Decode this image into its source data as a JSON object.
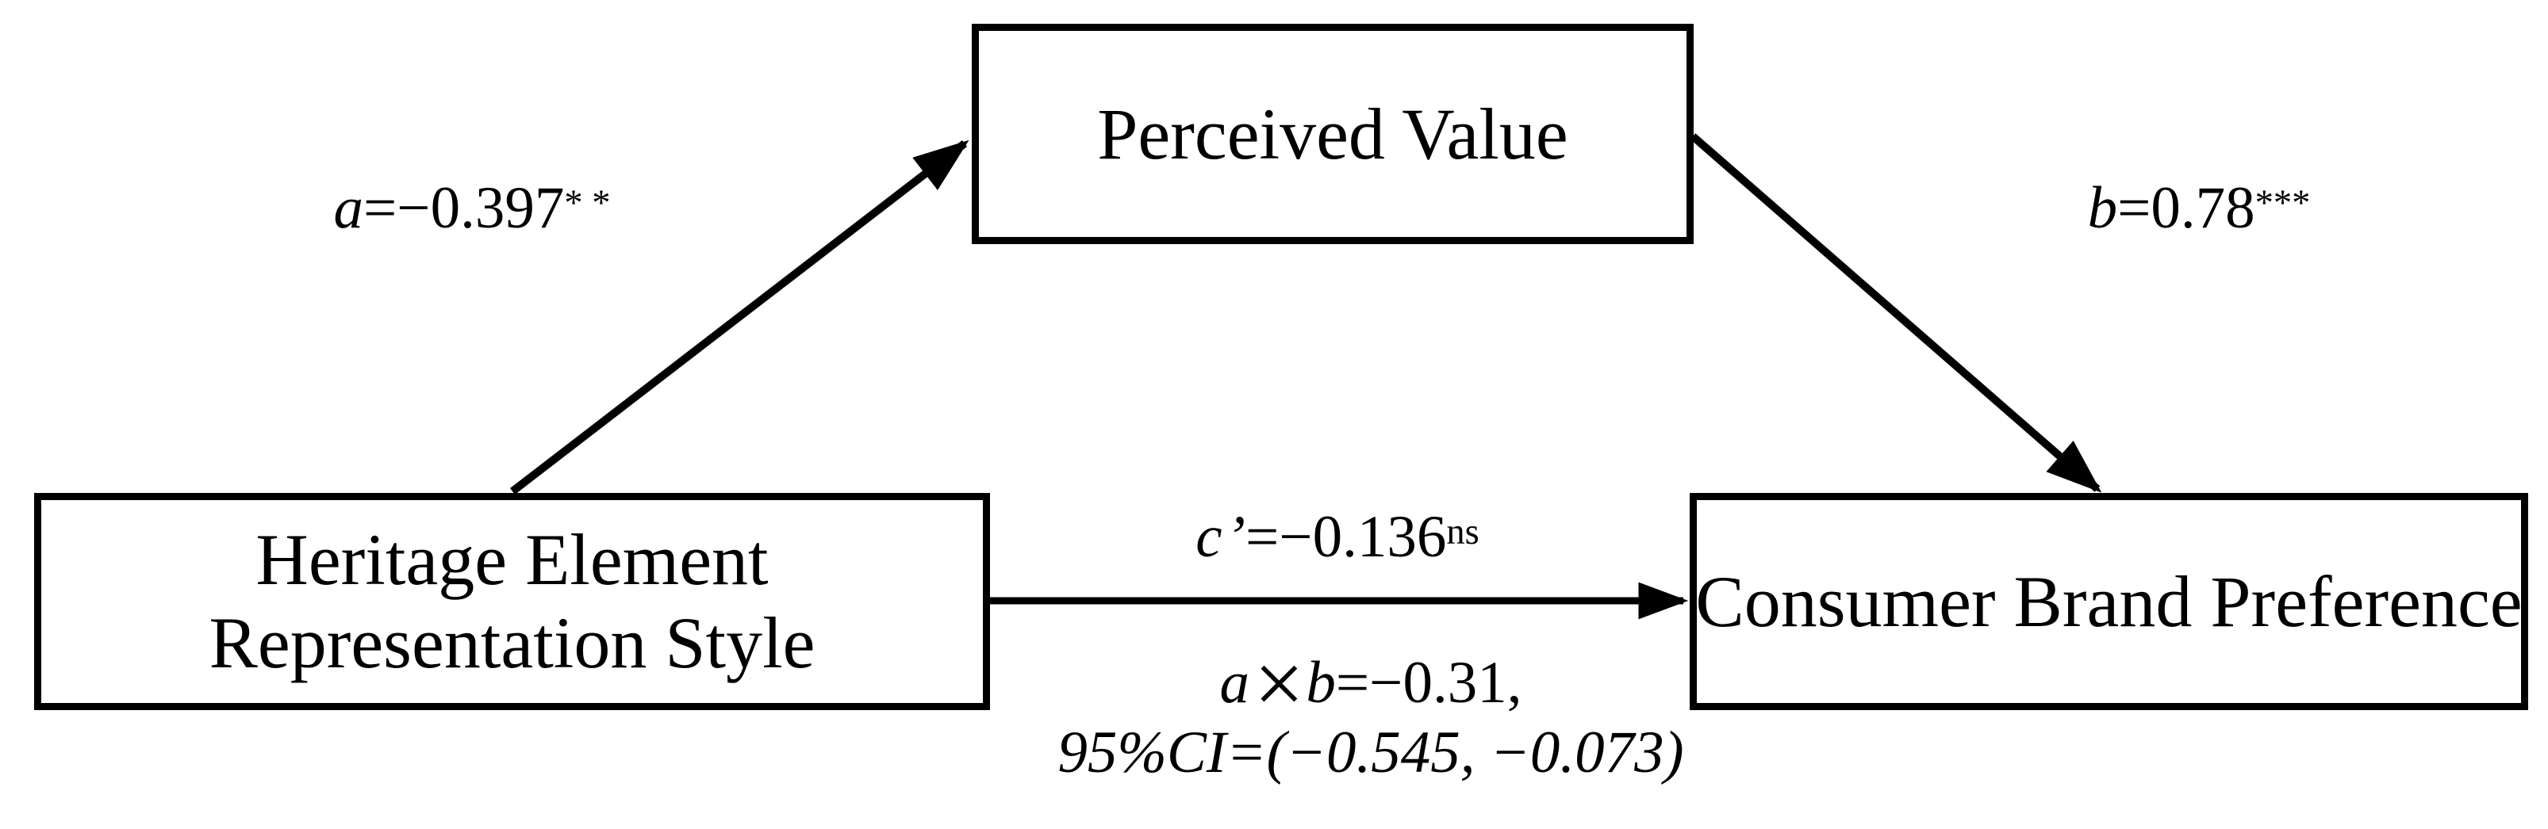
{
  "figure": {
    "type": "mediation-path-diagram",
    "background_color": "#ffffff",
    "line_color": "#000000",
    "nodes": {
      "mediator": {
        "label": "Perceived Value"
      },
      "independent": {
        "line1": "Heritage Element",
        "line2": "Representation Style"
      },
      "dependent": {
        "label": "Consumer Brand Preference"
      }
    },
    "paths": {
      "a": {
        "var": "a",
        "value": "=−0.397",
        "sig": "* *"
      },
      "b": {
        "var": "b",
        "value": "=0.78",
        "sig": "***"
      },
      "c_prime": {
        "var": "c",
        "prime": "’",
        "value": "=−0.136",
        "sig": "ns"
      },
      "indirect": {
        "var_a": "a",
        "times": "×",
        "var_b": "b",
        "value": "=−0.31,",
        "ci": "95%CI=(−0.545, −0.073)"
      }
    }
  }
}
